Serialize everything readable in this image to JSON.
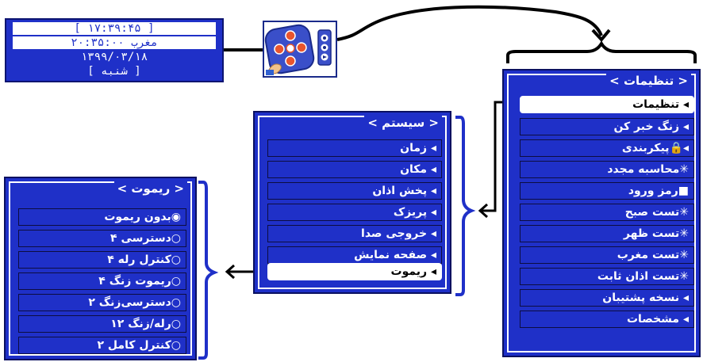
{
  "lcd": {
    "time_line": "[ ۱۷:۳۹:۴۵ ]",
    "prayer_line": "۲۰:۳۵:۰۰ مغرب",
    "date_line": "۱۳۹۹/۰۳/۱۸",
    "weekday_line": "[ شنبه ]"
  },
  "settings_menu": {
    "title": "< تنظیمات >",
    "items": [
      {
        "label": "◂ تنظیمات",
        "selected": true
      },
      {
        "label": "◂ زنگ خبر کن"
      },
      {
        "label": "◂🔒پیکربندی"
      },
      {
        "label": "✳محاسبه مجدد"
      },
      {
        "label": "■رمز ورود"
      },
      {
        "label": "✳تست صبح"
      },
      {
        "label": "✳تست ظهر"
      },
      {
        "label": "✳تست مغرب"
      },
      {
        "label": "✳تست اذان ثابت"
      },
      {
        "label": "◂ نسخه پشتیبان"
      },
      {
        "label": "◂ مشخصات"
      }
    ]
  },
  "system_menu": {
    "title": "< سیستم >",
    "items": [
      {
        "label": "◂ زمان"
      },
      {
        "label": "◂ مکان"
      },
      {
        "label": "◂ پخش اذان"
      },
      {
        "label": "◂ پریزک"
      },
      {
        "label": "◂ خروجی صدا"
      },
      {
        "label": "◂ صفحه نمایش"
      },
      {
        "label": "◂ ریموت",
        "selected": true
      }
    ]
  },
  "remote_menu": {
    "title": "< ریموت >",
    "items": [
      {
        "label": "◉بدون ریموت"
      },
      {
        "label": "○دسترسی ۴"
      },
      {
        "label": "○کنترل رله ۴"
      },
      {
        "label": "○ریموت زنگ ۴"
      },
      {
        "label": "○دسترسی‌زنگ ۲"
      },
      {
        "label": "○رله/زنگ ۱۲"
      },
      {
        "label": "○کنترل کامل ۲"
      }
    ]
  },
  "colors": {
    "panel_blue": "#1f30c8",
    "remote_orange": "#e8552e",
    "remote_pad": "#3a4fc9"
  }
}
